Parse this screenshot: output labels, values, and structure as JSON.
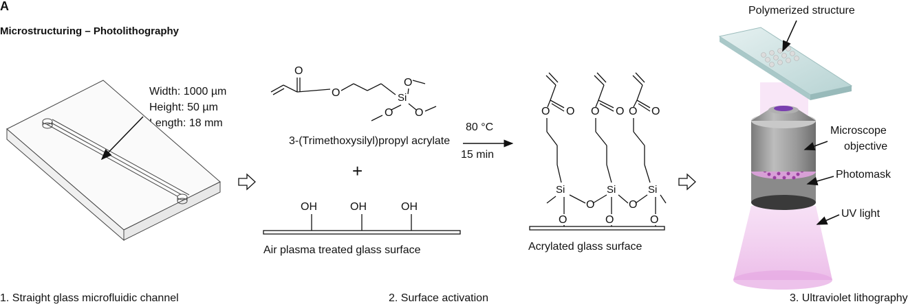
{
  "panel_label": "A",
  "title": "Microstructuring – Photolithography",
  "step1": {
    "dims": [
      "Width: 1000 µm",
      "Height: 50 µm",
      "Length: 18 mm"
    ],
    "caption": "1. Straight glass microfluidic channel"
  },
  "step2": {
    "reagent_name": "3-(Trimethoxysilyl)propyl acrylate",
    "plus": "+",
    "hydroxyl": "OH",
    "plasma_caption": "Air plasma treated glass surface",
    "condition_temp": "80 °C",
    "condition_time": "15 min",
    "product_caption": "Acrylated glass surface",
    "caption": "2. Surface activation",
    "atoms": {
      "O": "O",
      "Si": "Si"
    }
  },
  "step3": {
    "label_structure": "Polymerized structure",
    "label_objective_1": "Microscope",
    "label_objective_2": "objective",
    "label_photomask": "Photomask",
    "label_uv": "UV light",
    "caption": "3. Ultraviolet lithography"
  },
  "colors": {
    "ink": "#111111",
    "uv": "#e9b6e6",
    "glass": "#cfe3e3",
    "objective": "#9a9a9a",
    "mask_dots": "#9a3fa0"
  },
  "icons": [
    "hollow-right-arrow-icon",
    "reaction-arrow-icon",
    "pointer-arrow-icon"
  ]
}
